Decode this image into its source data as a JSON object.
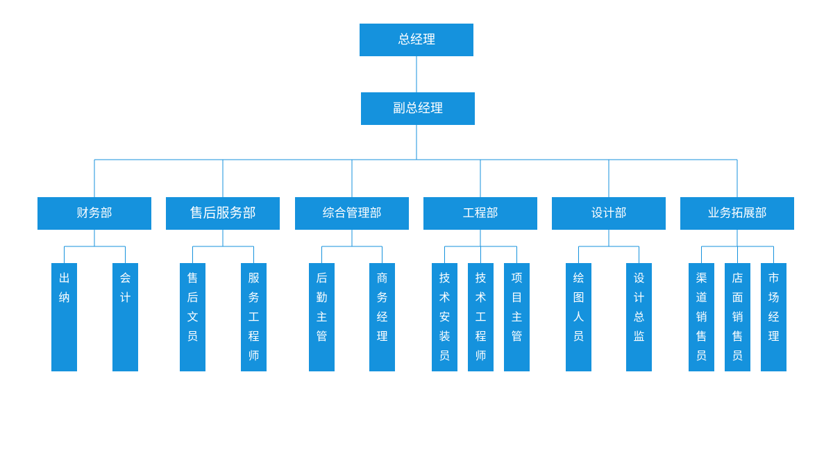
{
  "chart": {
    "ceo": "总经理",
    "vice": "副总经理",
    "departments": [
      {
        "name": "财务部",
        "children": [
          "出纳",
          "会计"
        ]
      },
      {
        "name": "售后服务部",
        "children": [
          "售后文员",
          "服务工程师"
        ]
      },
      {
        "name": "综合管理部",
        "children": [
          "后勤主管",
          "商务经理"
        ]
      },
      {
        "name": "工程部",
        "children": [
          "技术安装员",
          "技术工程师",
          "项目主管"
        ]
      },
      {
        "name": "设计部",
        "children": [
          "绘图人员",
          "设计总监"
        ]
      },
      {
        "name": "业务拓展部",
        "children": [
          "渠道销售员",
          "店面销售员",
          "市场经理"
        ]
      }
    ]
  },
  "colors": {
    "box": "#1592dd",
    "line": "#1592dd",
    "text": "#ffffff"
  }
}
